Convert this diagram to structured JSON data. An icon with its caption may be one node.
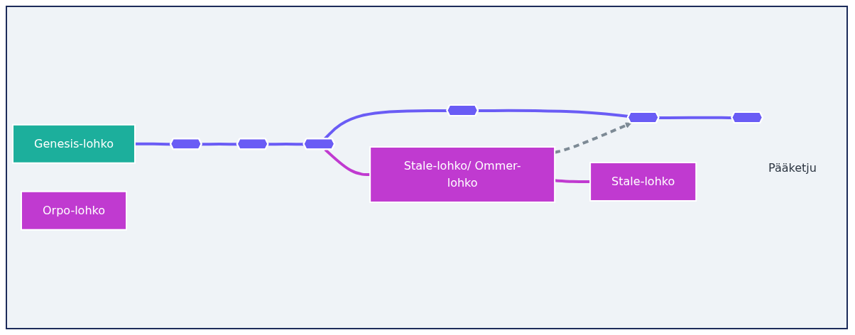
{
  "diagram": {
    "nodes": [
      {
        "text": [
          "Genesis-lohko"
        ]
      },
      {
        "text": [],
        "shape": "cube"
      },
      {
        "text": [
          "Orpo-lohko"
        ]
      },
      {
        "text": [],
        "shape": "cube"
      },
      {
        "text": [],
        "shape": "cube"
      },
      {
        "text": [],
        "shape": "cube"
      },
      {
        "text": [
          "Stale-lohko/ Ommer-lohko"
        ]
      },
      {
        "text": [],
        "shape": "cube"
      },
      {
        "text": [
          "Stale-lohko"
        ]
      },
      {
        "text": [],
        "shape": "cube"
      }
    ],
    "edges": [
      {
        "from": 0,
        "to": 1,
        "arrow": "none"
      },
      {
        "from": 1,
        "to": 3,
        "arrow": "none"
      },
      {
        "from": 3,
        "to": 4,
        "arrow": "none"
      },
      {
        "from": 4,
        "to": 5,
        "arrow": "none"
      },
      {
        "from": 4,
        "to": 6,
        "arrow": "none",
        "color": "#c03ad0"
      },
      {
        "from": 5,
        "to": 7,
        "arrow": "none"
      },
      {
        "from": 7,
        "to": 9,
        "arrow": "none"
      },
      {
        "from": 6,
        "to": 8,
        "arrow": "none",
        "color": "#c03ad0"
      },
      {
        "from": 6,
        "to": 7,
        "arrow": "to",
        "style": "dashed",
        "color": "#7d8a95"
      }
    ],
    "labels": [
      "Pääketju"
    ]
  }
}
